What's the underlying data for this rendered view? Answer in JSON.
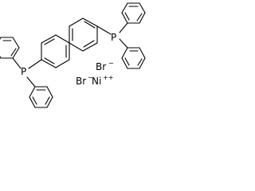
{
  "structure": {
    "atoms": {
      "p_right": "P",
      "p_left": "P",
      "bromide_1": "Br",
      "bromide_2": "Br",
      "nickel": "Ni"
    },
    "charges": {
      "bromide_1": "−",
      "bromide_2": "−",
      "nickel": "++"
    }
  },
  "colors": {
    "stroke": "#000000",
    "background": "#ffffff"
  }
}
